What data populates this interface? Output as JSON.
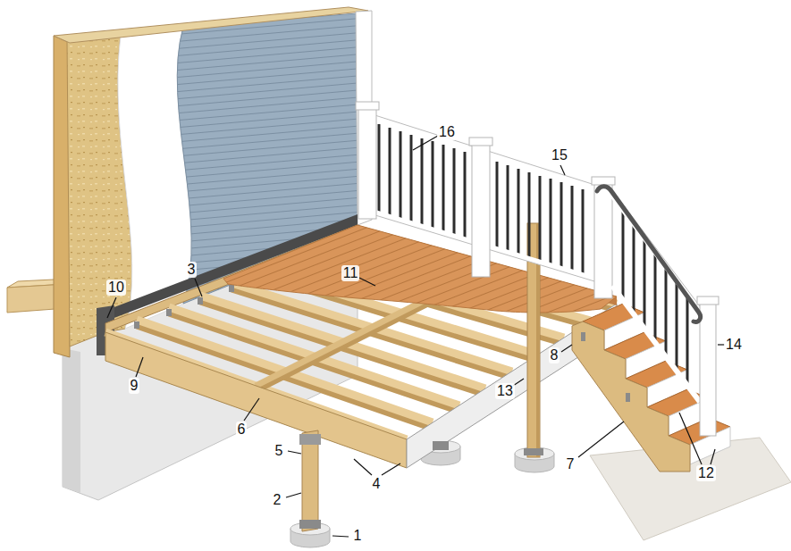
{
  "diagram": {
    "labels": [
      "16",
      "15",
      "3",
      "11",
      "10",
      "14",
      "9",
      "8",
      "6",
      "13",
      "5",
      "4",
      "2",
      "12",
      "7",
      "1"
    ]
  }
}
